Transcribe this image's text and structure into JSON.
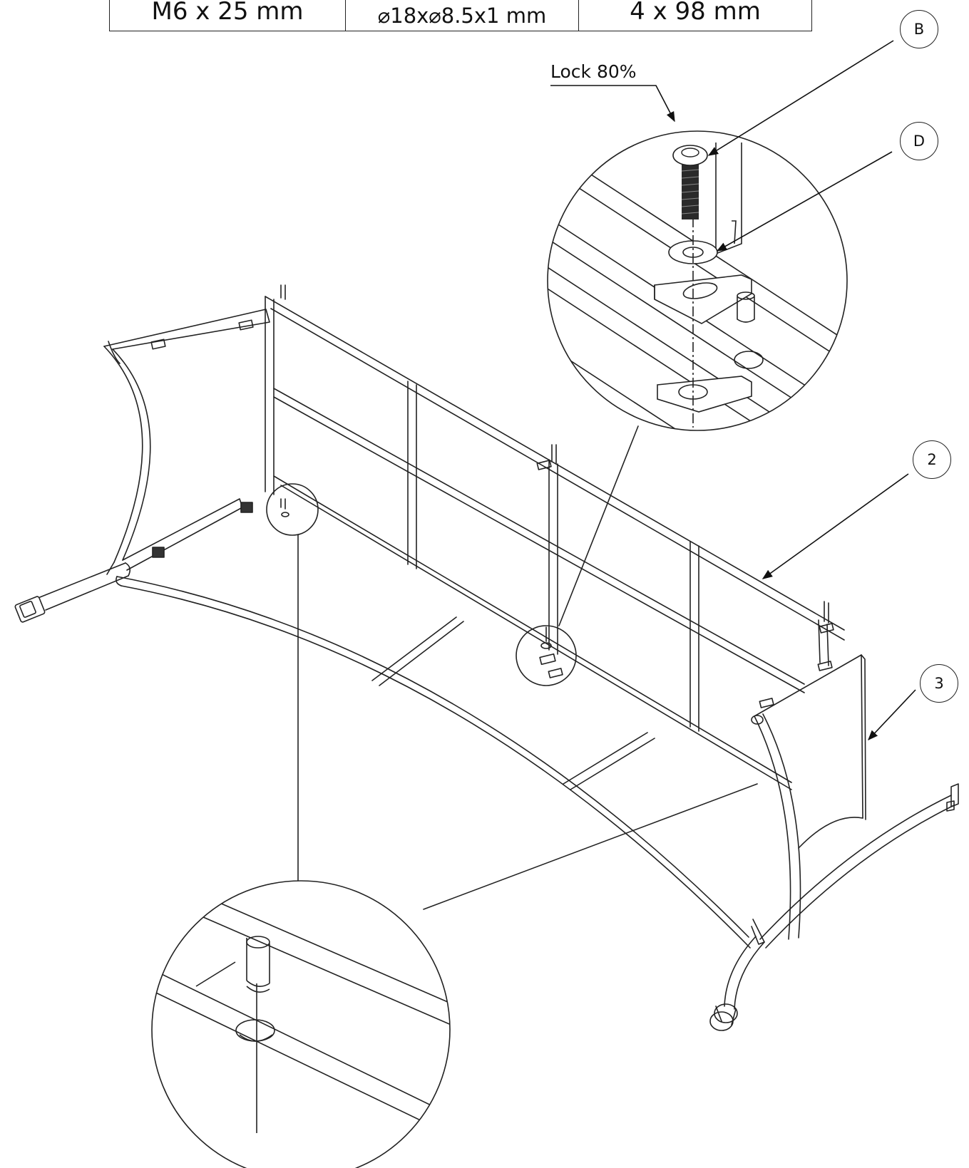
{
  "parts_table": {
    "bolt": "M6 x 25 mm",
    "washer": "⌀18x⌀8.5x1 mm",
    "count": "4 x 98 mm"
  },
  "annotations": {
    "lock_note": "Lock 80%"
  },
  "callouts": {
    "bolt": "B",
    "washer": "D",
    "frame_panel": "2",
    "end_panel": "3"
  },
  "colors": {
    "line": "#222222",
    "background": "#ffffff",
    "bolt_fill": "#2a2a2a"
  }
}
